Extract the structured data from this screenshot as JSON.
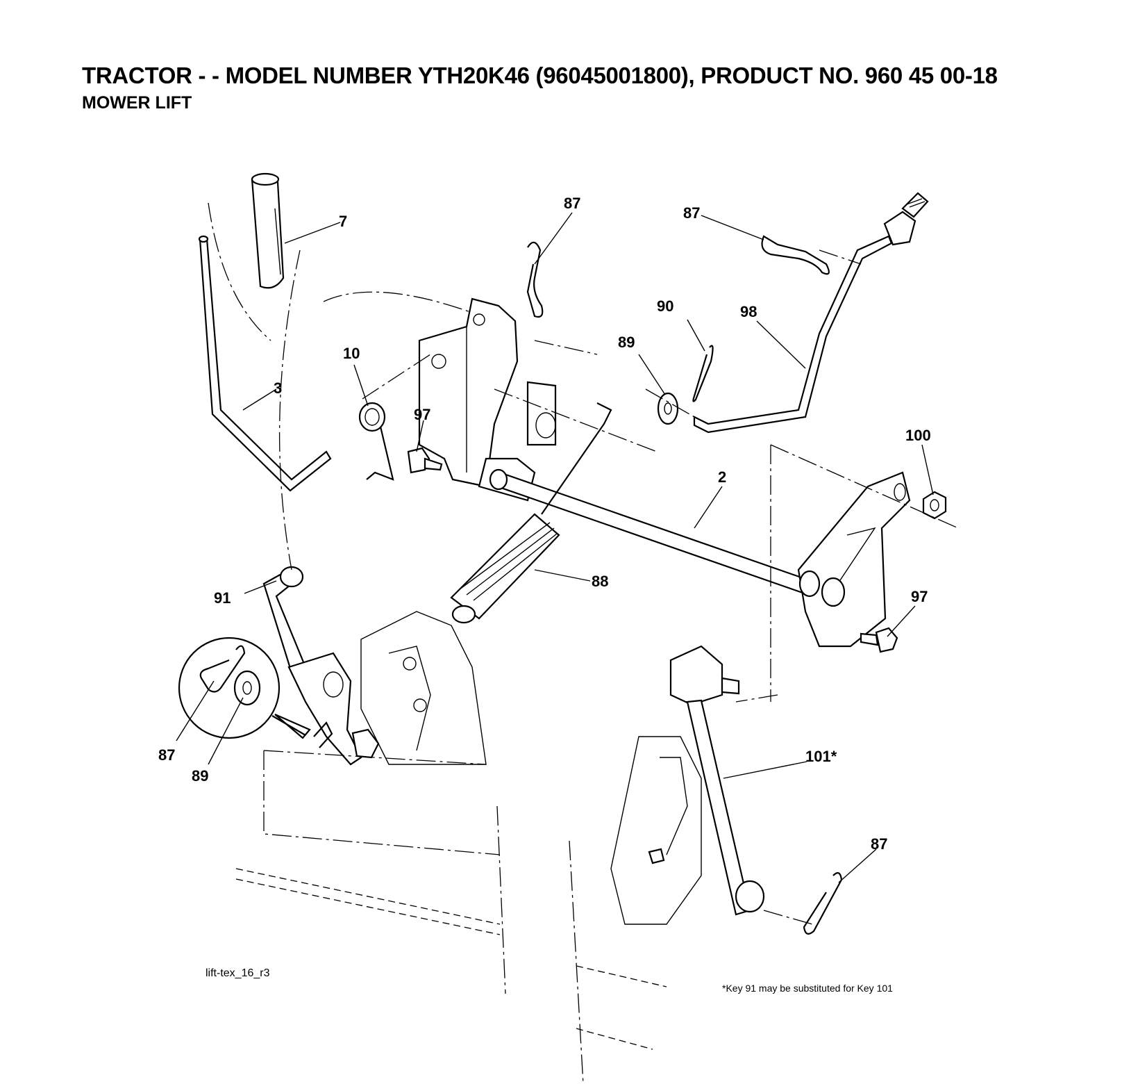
{
  "header": {
    "title": "TRACTOR - - MODEL NUMBER YTH20K46 (96045001800), PRODUCT NO. 960 45 00-18",
    "subtitle": "MOWER LIFT"
  },
  "callouts": {
    "c7": "7",
    "c3": "3",
    "c10": "10",
    "c97a": "97",
    "c87a": "87",
    "c87b": "87",
    "c90": "90",
    "c89a": "89",
    "c98": "98",
    "c100": "100",
    "c2": "2",
    "c88": "88",
    "c91": "91",
    "c97b": "97",
    "c87c": "87",
    "c89b": "89",
    "c101": "101*",
    "c87d": "87"
  },
  "footer": {
    "drawing_ref": "lift-tex_16_r3",
    "footnote": "*Key 91 may be substituted for Key 101"
  }
}
